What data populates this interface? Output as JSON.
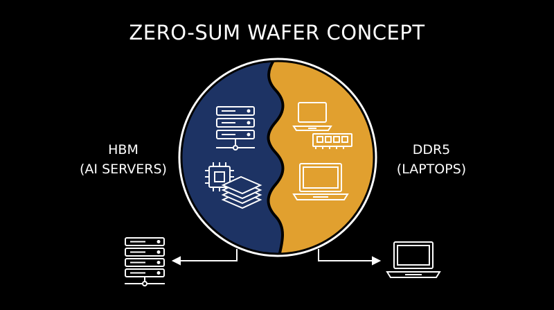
{
  "title": "ZERO-SUM WAFER CONCEPT",
  "left_label": {
    "line1": "HBM",
    "line2": "(AI SERVERS)"
  },
  "right_label": {
    "line1": "DDR5",
    "line2": "(LAPTOPS)"
  },
  "colors": {
    "background": "#000000",
    "hbm_half": "#1d3364",
    "ddr5_half": "#e1a02f",
    "stroke": "#ffffff"
  },
  "icons": {
    "wafer_left": [
      "server-rack-icon",
      "chip-icon",
      "memory-stack-icon"
    ],
    "wafer_right": [
      "laptop-icon",
      "ram-module-icon",
      "laptop-icon"
    ],
    "outside_left": "server-rack-icon",
    "outside_right": "laptop-icon"
  }
}
